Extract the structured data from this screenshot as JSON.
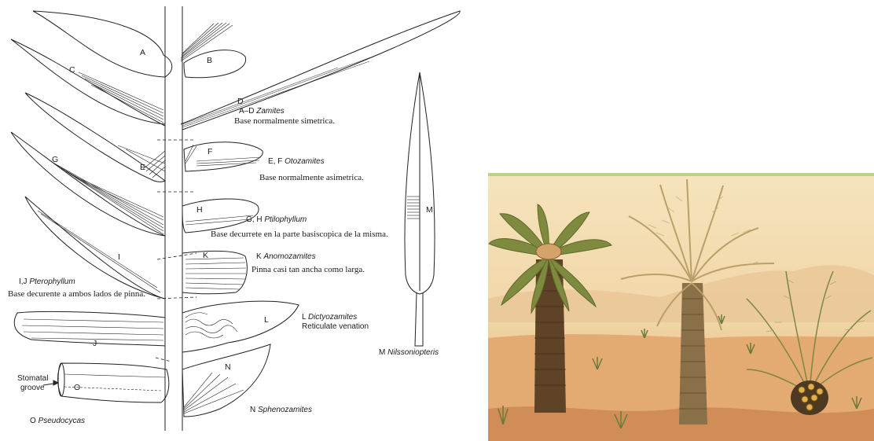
{
  "diagram": {
    "pinna_letters": {
      "a": "A",
      "b": "B",
      "c": "C",
      "d": "D",
      "e": "E",
      "f": "F",
      "g": "G",
      "h": "H",
      "i": "I",
      "j": "J",
      "k": "K",
      "l": "L",
      "m": "M",
      "n": "N",
      "o": "O"
    },
    "captions": {
      "zamites": {
        "code": "A–D",
        "genus": "Zamites",
        "note": "Base normalmente simetrica."
      },
      "otozamites": {
        "code": "E, F",
        "genus": "Otozamites",
        "note": "Base normalmente asimetrica."
      },
      "ptilophyllum": {
        "code": "G, H",
        "genus": "Ptilophyllum",
        "note": "Base decurrete en la parte basiscopica de la misma."
      },
      "anomozamites": {
        "code": "K",
        "genus": "Anomozamites",
        "note": "Pinna casi tan ancha como larga."
      },
      "pterophyllum": {
        "code": "I,J",
        "genus": "Pterophyllum",
        "note": "Base decurente a ambos lados de pinna."
      },
      "dictyozamites": {
        "code": "L",
        "genus": "Dictyozamites",
        "note": "Reticulate venation"
      },
      "nilssoniopteris": {
        "code": "M",
        "genus": "Nilssoniopteris"
      },
      "sphenozamites": {
        "code": "N",
        "genus": "Sphenozamites"
      },
      "pseudocycas": {
        "code": "O",
        "genus": "Pseudocycas"
      }
    },
    "stomatal_label_1": "Stomatal",
    "stomatal_label_2": "groove"
  },
  "painting": {
    "sky_color": "#f3dcb0",
    "ground_color": "#e6b07a"
  }
}
